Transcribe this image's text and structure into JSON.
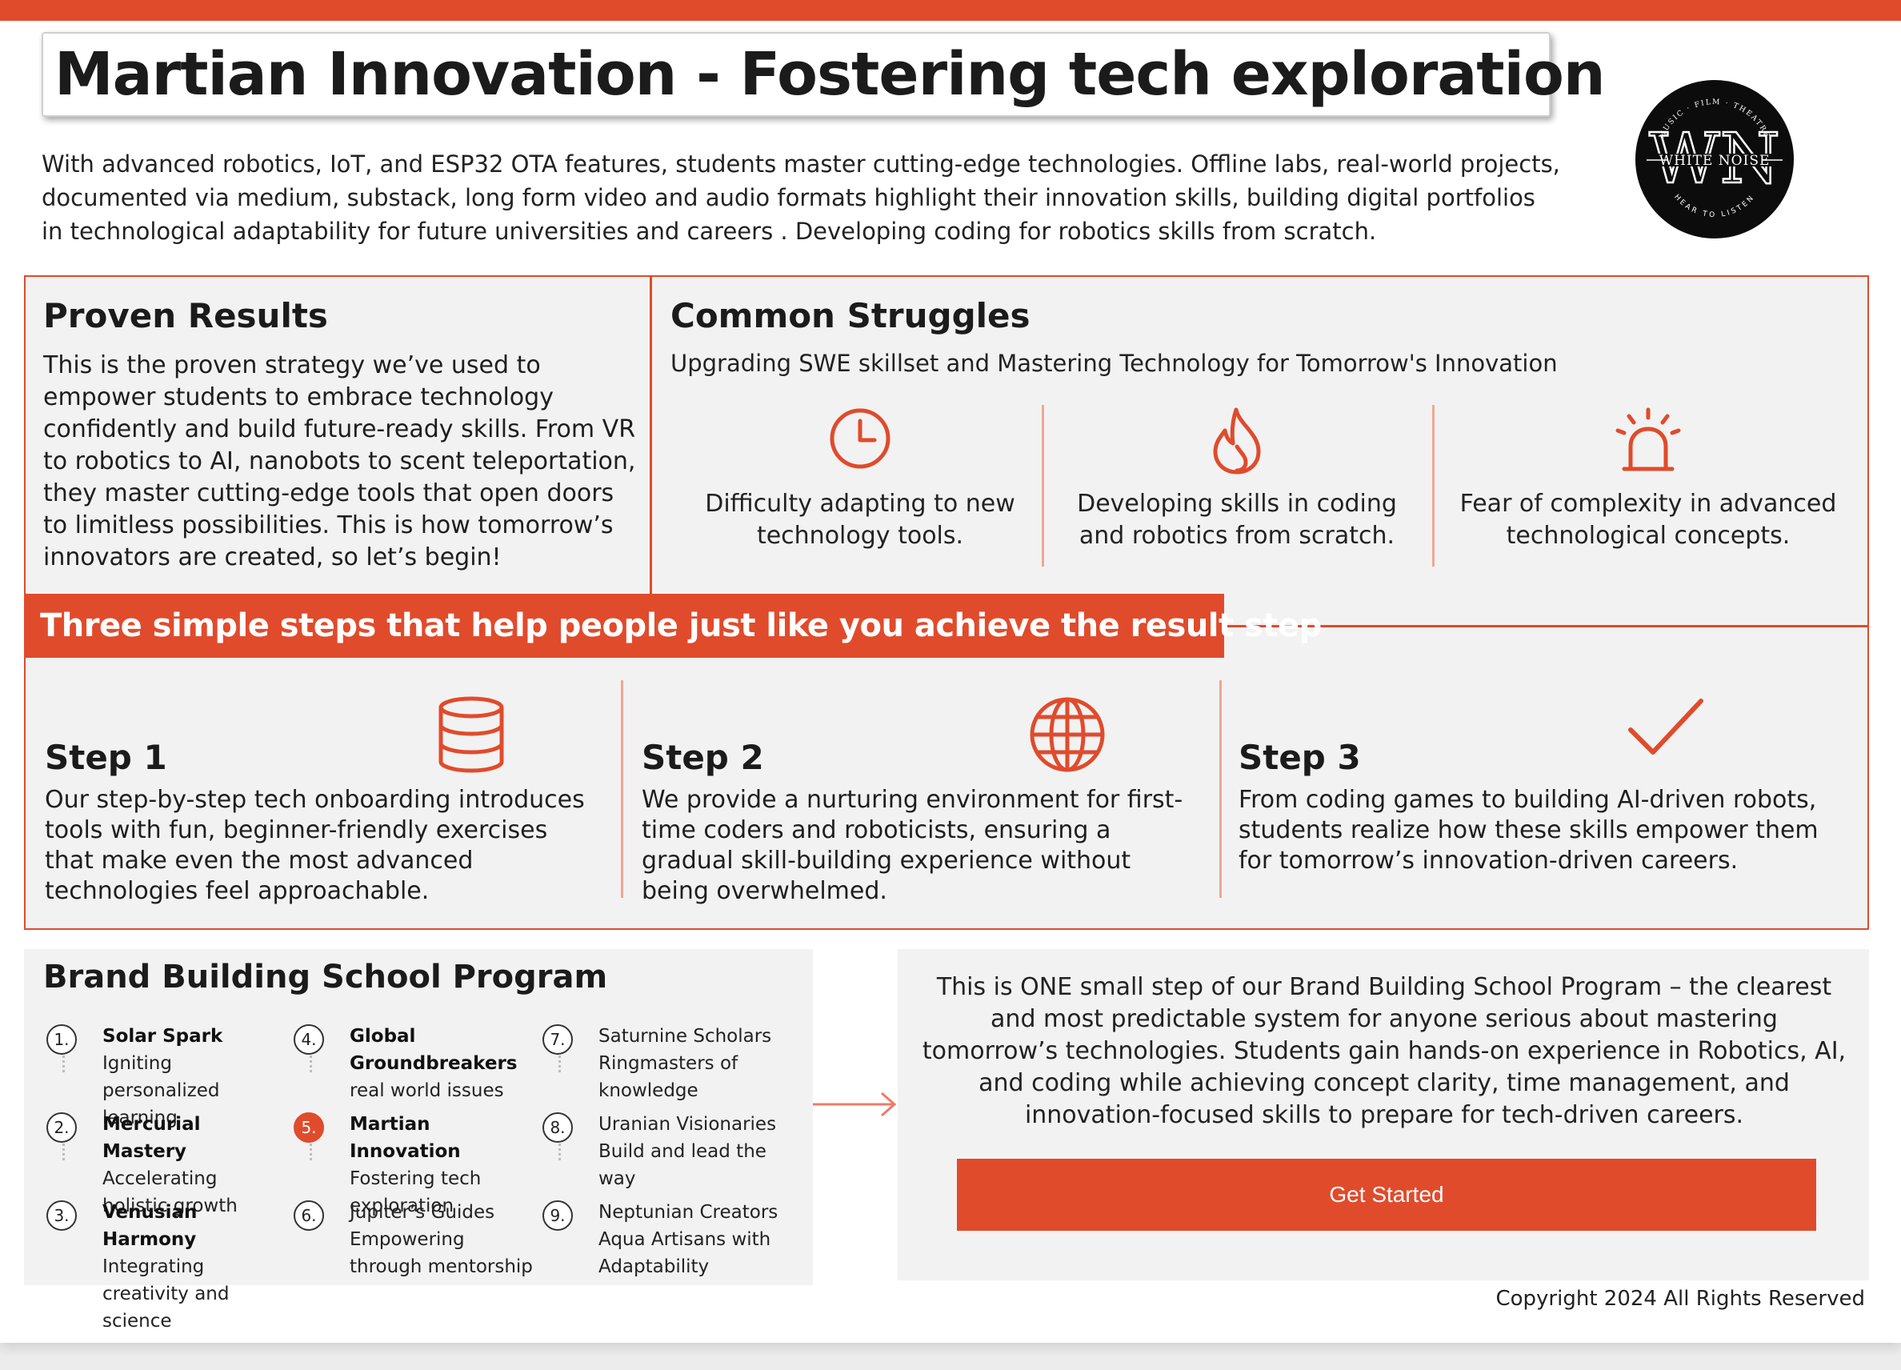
{
  "header": {
    "title": "Martian Innovation - Fostering tech exploration",
    "intro": "With advanced robotics, IoT, and ESP32 OTA features, students master cutting-edge technologies. Offline labs, real-world projects, documented via medium, substack, long form video and audio formats highlight their innovation skills, building digital portfolios in technological adaptability for future universities and careers . Developing coding for robotics skills from scratch."
  },
  "logo": {
    "monogram": "WN",
    "name": "WHITE NOISE",
    "arc_top": "MUSIC · FILM · THEATRE",
    "arc_bottom": "HEAR TO LISTEN"
  },
  "proven": {
    "heading": "Proven Results",
    "body": "This is the proven strategy we’ve used to empower students to embrace technology confidently and build future-ready skills. From VR to robotics to AI, nanobots to scent teleportation, they master cutting-edge tools that open doors to limitless possibilities. This is how tomorrow’s innovators are created, so let’s begin!"
  },
  "struggles": {
    "heading": "Common Struggles",
    "subheading": "Upgrading SWE skillset and Mastering Technology for Tomorrow's Innovation",
    "items": [
      {
        "icon": "clock-icon",
        "text": "Difficulty adapting to new technology tools."
      },
      {
        "icon": "flame-icon",
        "text": "Developing skills in coding and robotics from scratch."
      },
      {
        "icon": "alarm-icon",
        "text": "Fear of complexity in advanced technological concepts."
      }
    ]
  },
  "banner": "Three simple steps that help people just like you achieve the result step",
  "steps": [
    {
      "title": "Step 1",
      "icon": "database-icon",
      "text": "Our step-by-step tech onboarding introduces tools with fun, beginner-friendly exercises that make even the most advanced technologies feel approachable."
    },
    {
      "title": "Step 2",
      "icon": "globe-icon",
      "text": "We provide a nurturing environment for first-time coders and roboticists, ensuring a gradual skill-building experience without being overwhelmed."
    },
    {
      "title": "Step 3",
      "icon": "checkmark-icon",
      "text": "From coding games to building AI-driven robots, students realize how these skills empower them for tomorrow’s innovation-driven careers."
    }
  ],
  "program": {
    "heading": "Brand Building School Program",
    "items": [
      {
        "num": "1.",
        "bold": "Solar Spark",
        "rest": " Igniting personalized learning",
        "active": false
      },
      {
        "num": "2.",
        "bold": "Mercurial Mastery",
        "rest": " Accelerating holistic growth",
        "active": false
      },
      {
        "num": "3.",
        "bold": "Venusian Harmony",
        "rest": " Integrating creativity and science",
        "active": false
      },
      {
        "num": "4.",
        "bold": "Global Groundbreakers",
        "rest": " real world issues",
        "active": false
      },
      {
        "num": "5.",
        "bold": "Martian Innovation",
        "rest": " Fostering tech exploration",
        "active": true
      },
      {
        "num": "6.",
        "bold": "",
        "rest": "Jupiter’s Guides Empowering through mentorship",
        "active": false
      },
      {
        "num": "7.",
        "bold": "",
        "rest": "Saturnine Scholars Ringmasters of knowledge",
        "active": false
      },
      {
        "num": "8.",
        "bold": "",
        "rest": "Uranian Visionaries Build and lead the way",
        "active": false
      },
      {
        "num": "9.",
        "bold": "",
        "rest": "Neptunian Creators Aqua Artisans with Adaptability",
        "active": false
      }
    ]
  },
  "cta": {
    "text": "This is ONE small step of our Brand Building School Program – the clearest and most predictable system for anyone serious about mastering tomorrow’s technologies. Students gain hands-on experience in Robotics, AI, and coding while achieving concept clarity, time management, and innovation-focused skills to prepare for tech-driven careers.",
    "button": "Get Started"
  },
  "footer": {
    "copyright": "Copyright 2024 All Rights Reserved"
  },
  "colors": {
    "accent": "#e04b2c",
    "panel": "#f2f2f2",
    "divider": "#f1a792"
  }
}
